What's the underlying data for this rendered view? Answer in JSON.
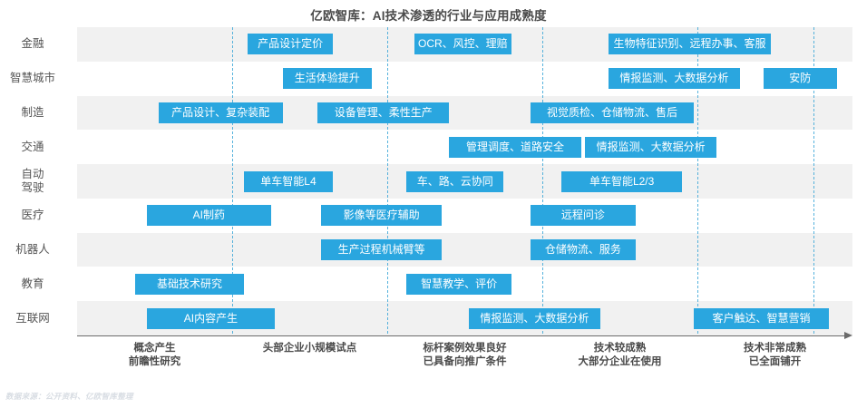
{
  "title": "亿欧智库：AI技术渗透的行业与应用成熟度",
  "source_note": "数据来源：公开资料、亿欧智库整理",
  "colors": {
    "bar": "#2aa6df",
    "band": "#f1f1f1",
    "band_alt": "#ffffff",
    "gridline": "#3aa6d8",
    "text": "#4a4a4a",
    "axis": "#6b6b6b"
  },
  "chart_data": {
    "type": "bar",
    "title": "亿欧智库：AI技术渗透的行业与应用成熟度",
    "xlabel": "",
    "ylabel": "",
    "grid": true,
    "legend_position": "none",
    "xlim": [
      0,
      100
    ],
    "x_stage_labels": [
      {
        "line1": "概念产生",
        "line2": "前瞻性研究"
      },
      {
        "line1": "头部企业小规模试点",
        "line2": ""
      },
      {
        "line1": "标杆案例效果良好",
        "line2": "已具备向推广条件"
      },
      {
        "line1": "技术较成熟",
        "line2": "大部分企业在使用"
      },
      {
        "line1": "技术非常成熟",
        "line2": "已全面铺开"
      }
    ],
    "categories": [
      "金融",
      "智慧城市",
      "制造",
      "交通",
      "自动驾驶",
      "医疗",
      "机器人",
      "教育",
      "互联网"
    ],
    "rows": [
      {
        "label": "金融",
        "label_lines": [
          "金融"
        ],
        "items": [
          {
            "text": "产品设计定价",
            "start": 22.0,
            "end": 33.0
          },
          {
            "text": "OCR、风控、理赔",
            "start": 43.5,
            "end": 56.0
          },
          {
            "text": "生物特征识别、远程办事、客服",
            "start": 68.5,
            "end": 89.5
          }
        ]
      },
      {
        "label": "智慧城市",
        "label_lines": [
          "智慧城市"
        ],
        "items": [
          {
            "text": "生活体验提升",
            "start": 26.5,
            "end": 38.0
          },
          {
            "text": "情报监测、大数据分析",
            "start": 68.5,
            "end": 85.5
          },
          {
            "text": "安防",
            "start": 88.5,
            "end": 98.0
          }
        ]
      },
      {
        "label": "制造",
        "label_lines": [
          "制造"
        ],
        "items": [
          {
            "text": "产品设计、复杂装配",
            "start": 10.5,
            "end": 26.5
          },
          {
            "text": "设备管理、柔性生产",
            "start": 31.0,
            "end": 48.0
          },
          {
            "text": "视觉质检、仓储物流、售后",
            "start": 58.5,
            "end": 79.5
          }
        ]
      },
      {
        "label": "交通",
        "label_lines": [
          "交通"
        ],
        "items": [
          {
            "text": "管理调度、道路安全",
            "start": 48.0,
            "end": 65.0
          },
          {
            "text": "情报监测、大数据分析",
            "start": 65.5,
            "end": 82.5
          }
        ]
      },
      {
        "label": "自动驾驶",
        "label_lines": [
          "自动",
          "驾驶"
        ],
        "items": [
          {
            "text": "单车智能L4",
            "start": 21.5,
            "end": 33.0
          },
          {
            "text": "车、路、云协同",
            "start": 42.5,
            "end": 55.0
          },
          {
            "text": "单车智能L2/3",
            "start": 62.5,
            "end": 78.0
          }
        ]
      },
      {
        "label": "医疗",
        "label_lines": [
          "医疗"
        ],
        "items": [
          {
            "text": "AI制药",
            "start": 9.0,
            "end": 25.0
          },
          {
            "text": "影像等医疗辅助",
            "start": 31.5,
            "end": 47.0
          },
          {
            "text": "远程问诊",
            "start": 58.5,
            "end": 72.0
          }
        ]
      },
      {
        "label": "机器人",
        "label_lines": [
          "机器人"
        ],
        "items": [
          {
            "text": "生产过程机械臂等",
            "start": 31.5,
            "end": 47.0
          },
          {
            "text": "仓储物流、服务",
            "start": 58.5,
            "end": 72.0
          }
        ]
      },
      {
        "label": "教育",
        "label_lines": [
          "教育"
        ],
        "items": [
          {
            "text": "基础技术研究",
            "start": 7.5,
            "end": 21.5
          },
          {
            "text": "智慧教学、评价",
            "start": 42.5,
            "end": 56.0
          },
          {
            "text": "",
            "start": 0,
            "end": 0
          }
        ]
      },
      {
        "label": "互联网",
        "label_lines": [
          "互联网"
        ],
        "items": [
          {
            "text": "AI内容产生",
            "start": 9.0,
            "end": 25.5
          },
          {
            "text": "情报监测、大数据分析",
            "start": 50.5,
            "end": 67.5
          },
          {
            "text": "客户触达、智慧营销",
            "start": 79.5,
            "end": 97.0
          }
        ]
      }
    ]
  }
}
